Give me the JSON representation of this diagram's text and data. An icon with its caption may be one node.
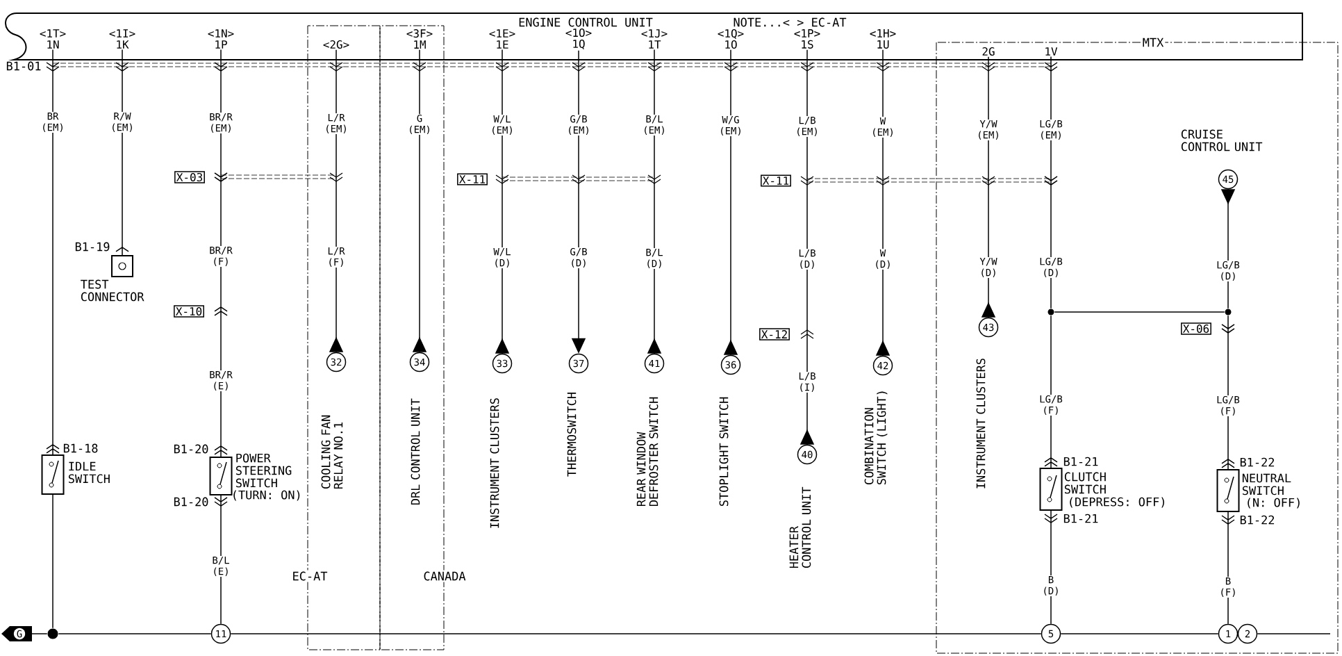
{
  "diagram": {
    "nodes": [
      {
        "text": [
          "ENGINE CONTROL UNIT",
          "NOTE...< > EC-AT"
        ]
      },
      {
        "text": [
          "EC-AT"
        ]
      },
      {
        "text": [
          "CANADA"
        ]
      },
      {
        "text": [],
        "shape": "box"
      },
      {
        "text": [
          "<1T>",
          "1N"
        ],
        "in": 0
      },
      {
        "text": [
          "<1I>",
          "1K"
        ],
        "in": 0
      },
      {
        "text": [
          "<1N>",
          "1P"
        ],
        "in": 0
      },
      {
        "text": [
          "<2G>"
        ]
      },
      {
        "text": [
          "<3F>",
          "1M"
        ]
      },
      {
        "text": [
          "<1E>",
          "1E"
        ],
        "in": 0
      },
      {
        "text": [
          "<1O>",
          "1Q"
        ],
        "in": 0
      },
      {
        "text": [
          "<1J>",
          "1T"
        ],
        "in": 0
      },
      {
        "text": [
          "<1Q>",
          "1O"
        ],
        "in": 0
      },
      {
        "text": [
          "<1P>",
          "1S"
        ],
        "in": 0
      },
      {
        "text": [
          "<1H>",
          "1U"
        ],
        "in": 0
      },
      {
        "text": [
          "2G"
        ]
      },
      {
        "text": [
          "1V"
        ]
      },
      {
        "text": [
          "45"
        ],
        "beside": [
          "CRUISE CONTROL UNIT"
        ],
        "in": 3
      },
      {
        "text": [
          "TEST CONNECTOR"
        ]
      },
      {
        "text": [],
        "shape": "circle",
        "in": 3
      },
      {
        "text": [],
        "shape": "circle",
        "in": 3
      },
      {
        "text": [
          "43"
        ],
        "beside": [
          "INSTRUMENT CLUSTERS"
        ],
        "in": 3
      },
      {
        "text": [
          "32"
        ],
        "beside": [
          "COOLING FAN RELAY NO.1"
        ],
        "in": 1
      },
      {
        "text": [
          "34"
        ],
        "beside": [
          "DRL CONTROL UNIT"
        ],
        "in": 2
      },
      {
        "text": [
          "33"
        ],
        "beside": [
          "INSTRUMENT CLUSTERS"
        ]
      },
      {
        "text": [
          "37"
        ],
        "beside": [
          "THERMOSWITCH"
        ]
      },
      {
        "text": [
          "41"
        ],
        "beside": [
          "REAR WINDOW DEFROSTER SWITCH"
        ]
      },
      {
        "text": [
          "36"
        ],
        "beside": [
          "STOPLIGHT SWITCH"
        ]
      },
      {
        "text": [
          "42"
        ],
        "beside": [
          "COMBINATION SWITCH (LIGHT)"
        ]
      },
      {
        "text": [
          "40"
        ],
        "beside": [
          "HEATER CONTROL UNIT"
        ]
      },
      {
        "text": [
          "IDLE SWITCH"
        ]
      },
      {
        "text": [
          "POWER STEERING SWITCH",
          "(TURN: ON)"
        ]
      },
      {
        "text": [
          "CLUTCH SWITCH",
          "(DEPRESS: OFF)"
        ],
        "in": 3
      },
      {
        "text": [
          "NEUTRAL SWITCH",
          "(N: OFF)"
        ],
        "in": 3
      },
      {
        "text": [
          "G"
        ]
      },
      {
        "text": [],
        "shape": "circle"
      },
      {
        "text": [
          "11"
        ]
      },
      {
        "text": [
          "5"
        ],
        "in": 3
      },
      {
        "text": [
          "1"
        ],
        "in": 3
      },
      {
        "text": [
          "2"
        ],
        "in": 3
      }
    ],
    "edges": [
      {
        "from": 4,
        "to": 30,
        "arrow": "other"
      },
      {
        "from": 30,
        "to": 35,
        "arrow": "none"
      },
      {
        "from": 5,
        "to": 18,
        "arrow": "other"
      },
      {
        "from": 6,
        "to": 31,
        "arrow": "other"
      },
      {
        "from": 31,
        "to": 36,
        "arrow": "other"
      },
      {
        "from": 22,
        "to": 7,
        "arrow": "to"
      },
      {
        "from": 23,
        "to": 8,
        "arrow": "to"
      },
      {
        "from": 24,
        "to": 9,
        "arrow": "to"
      },
      {
        "from": 10,
        "to": 25,
        "arrow": "to"
      },
      {
        "from": 26,
        "to": 11,
        "arrow": "to"
      },
      {
        "from": 27,
        "to": 12,
        "arrow": "to"
      },
      {
        "from": 29,
        "to": 13,
        "arrow": "to"
      },
      {
        "from": 28,
        "to": 14,
        "arrow": "to"
      },
      {
        "from": 21,
        "to": 15,
        "arrow": "to"
      },
      {
        "from": 16,
        "to": 19,
        "arrow": "to"
      },
      {
        "from": 19,
        "to": 32,
        "arrow": "other"
      },
      {
        "from": 19,
        "to": 20,
        "arrow": "none"
      },
      {
        "from": 17,
        "to": 20,
        "arrow": "to"
      },
      {
        "from": 20,
        "to": 33,
        "arrow": "other"
      },
      {
        "from": 32,
        "to": 37,
        "arrow": "other"
      },
      {
        "from": 33,
        "to": 38,
        "arrow": "other"
      },
      {
        "from": 34,
        "to": 35,
        "arrow": "none"
      },
      {
        "from": 35,
        "to": 36,
        "arrow": "none"
      },
      {
        "from": 36,
        "to": 37,
        "arrow": "none"
      },
      {
        "from": 37,
        "to": 38,
        "arrow": "none"
      },
      {
        "from": 39,
        "to": null,
        "arrow": "none"
      }
    ],
    "labels": [
      "MTX",
      "B1-01",
      "BR (EM)",
      "R/W (EM)",
      "BR/R (EM)",
      "L/R (EM)",
      "G (EM)",
      "W/L (EM)",
      "G/B (EM)",
      "B/L (EM)",
      "W/G (EM)",
      "L/B (EM)",
      "W (EM)",
      "Y/W (EM)",
      "LG/B (EM)",
      "X-03",
      "X-11",
      "X-11",
      "B1-19",
      "BR/R (F)",
      "L/R (F)",
      "W/L (D)",
      "G/B (D)",
      "B/L (D)",
      "L/B (D)",
      "W (D)",
      "Y/W (D)",
      "LG/B (D)",
      "LG/B (D)",
      "X-10",
      "X-06",
      "X-12",
      "BR/R (E)",
      "L/B (I)",
      "LG/B (F)",
      "LG/B (F)",
      "B1-18",
      "B1-20",
      "B1-21",
      "B1-22",
      "B1-20",
      "B1-21",
      "B1-22",
      "B/L (E)",
      "B (D)",
      "B (F)"
    ]
  }
}
